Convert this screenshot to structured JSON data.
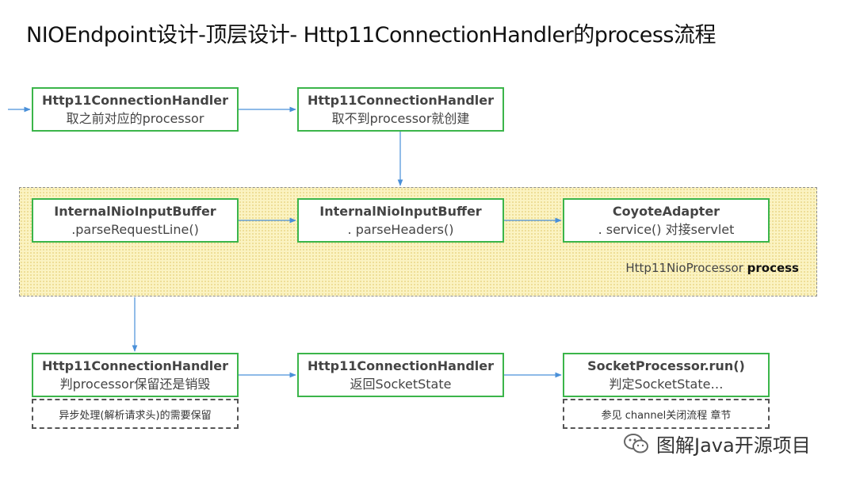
{
  "title": "NIOEndpoint设计-顶层设计- Http11ConnectionHandler的process流程",
  "boxes": {
    "b1": {
      "line1": "Http11ConnectionHandler",
      "line2": "取之前对应的processor"
    },
    "b2": {
      "line1": "Http11ConnectionHandler",
      "line2": "取不到processor就创建"
    },
    "b3": {
      "line1": "InternalNioInputBuffer",
      "line2": ".parseRequestLine()"
    },
    "b4": {
      "line1": "InternalNioInputBuffer",
      "line2": ". parseHeaders()"
    },
    "b5": {
      "line1": "CoyoteAdapter",
      "line2": ". service() 对接servlet"
    },
    "b6": {
      "line1": "Http11ConnectionHandler",
      "line2": "判processor保留还是销毁"
    },
    "b7": {
      "line1": "Http11ConnectionHandler",
      "line2": "返回SocketState"
    },
    "b8": {
      "line1": "SocketProcessor.run()",
      "line2": "判定SocketState…"
    }
  },
  "region": {
    "label": "Http11NioProcessor",
    "label_bold": "process"
  },
  "notes": {
    "n1": "异步处理(解析请求头)的需要保留",
    "n2": "参见 channel关闭流程 章节"
  },
  "watermark": {
    "icon": "wechat-icon",
    "text": "图解Java开源项目"
  },
  "colors": {
    "box_border": "#3bb54a",
    "arrow": "#4a90d9",
    "region_fill": "#fbf3c2"
  }
}
